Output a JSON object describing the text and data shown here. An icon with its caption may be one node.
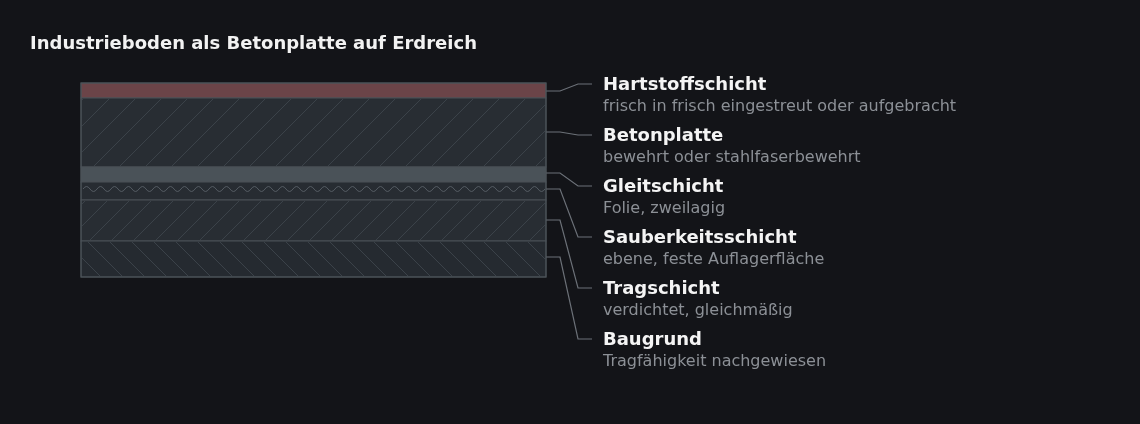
{
  "diagram": {
    "title": "Industrieboden als Betonplatte auf Erdreich",
    "nodes": [
      {
        "text": [],
        "shape": "box"
      },
      {
        "text": [],
        "shape": "box"
      },
      {
        "text": [],
        "shape": "box"
      },
      {
        "text": [],
        "shape": "box"
      },
      {
        "text": [],
        "shape": "box"
      },
      {
        "text": [],
        "shape": "box"
      },
      {
        "text": [
          "Hartstoffschicht",
          "frisch in frisch eingestreut oder aufgebracht"
        ]
      },
      {
        "text": [
          "Betonplatte",
          "bewehrt oder stahlfaserbewehrt"
        ]
      },
      {
        "text": [
          "Gleitschicht",
          "Folie, zweilagig"
        ]
      },
      {
        "text": [
          "Sauberkeitsschicht",
          "ebene, feste Auflagerfläche"
        ]
      },
      {
        "text": [
          "Tragschicht",
          "verdichtet, gleichmäßig"
        ]
      },
      {
        "text": [
          "Baugrund",
          "Tragfähigkeit nachgewiesen"
        ]
      }
    ],
    "edges": [
      {
        "from": 6,
        "to": 0,
        "arrow": "none"
      },
      {
        "from": 7,
        "to": 1,
        "arrow": "none"
      },
      {
        "from": 8,
        "to": 2,
        "arrow": "none"
      },
      {
        "from": 9,
        "to": 3,
        "arrow": "none"
      },
      {
        "from": 10,
        "to": 4,
        "arrow": "none"
      },
      {
        "from": 11,
        "to": 5,
        "arrow": "none"
      }
    ]
  }
}
